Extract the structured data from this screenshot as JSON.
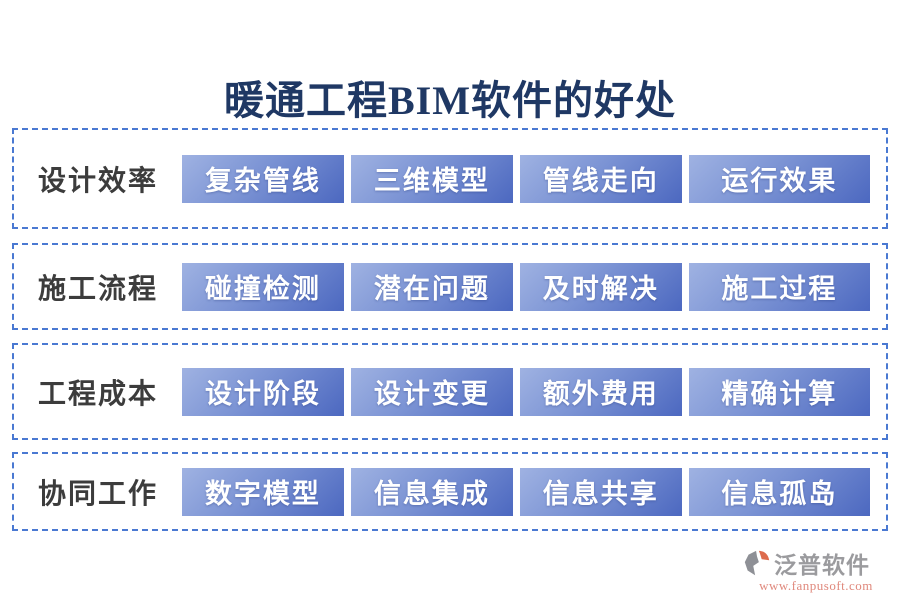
{
  "title": "暖通工程BIM软件的好处",
  "rows": [
    {
      "label": "设计效率",
      "items": [
        "复杂管线",
        "三维模型",
        "管线走向",
        "运行效果"
      ]
    },
    {
      "label": "施工流程",
      "items": [
        "碰撞检测",
        "潜在问题",
        "及时解决",
        "施工过程"
      ]
    },
    {
      "label": "工程成本",
      "items": [
        "设计阶段",
        "设计变更",
        "额外费用",
        "精确计算"
      ]
    },
    {
      "label": "协同工作",
      "items": [
        "数字模型",
        "信息集成",
        "信息共享",
        "信息孤岛"
      ]
    }
  ],
  "footer": {
    "brand": "泛普软件",
    "url": "www.fanpusoft.com",
    "logo_icon": "fanpu-logo-icon"
  },
  "colors": {
    "title_text": "#1f3864",
    "row_label_text": "#3c3c3c",
    "dashed_border": "#4a79d2",
    "tag_gradient_start": "#9fb2e2",
    "tag_gradient_end": "#4c68c0",
    "tag_text": "#ffffff",
    "brand_text": "#9b9b9e",
    "url_text": "#e0897d",
    "logo_gray": "#8e9096",
    "logo_orange": "#dd6b4d"
  }
}
